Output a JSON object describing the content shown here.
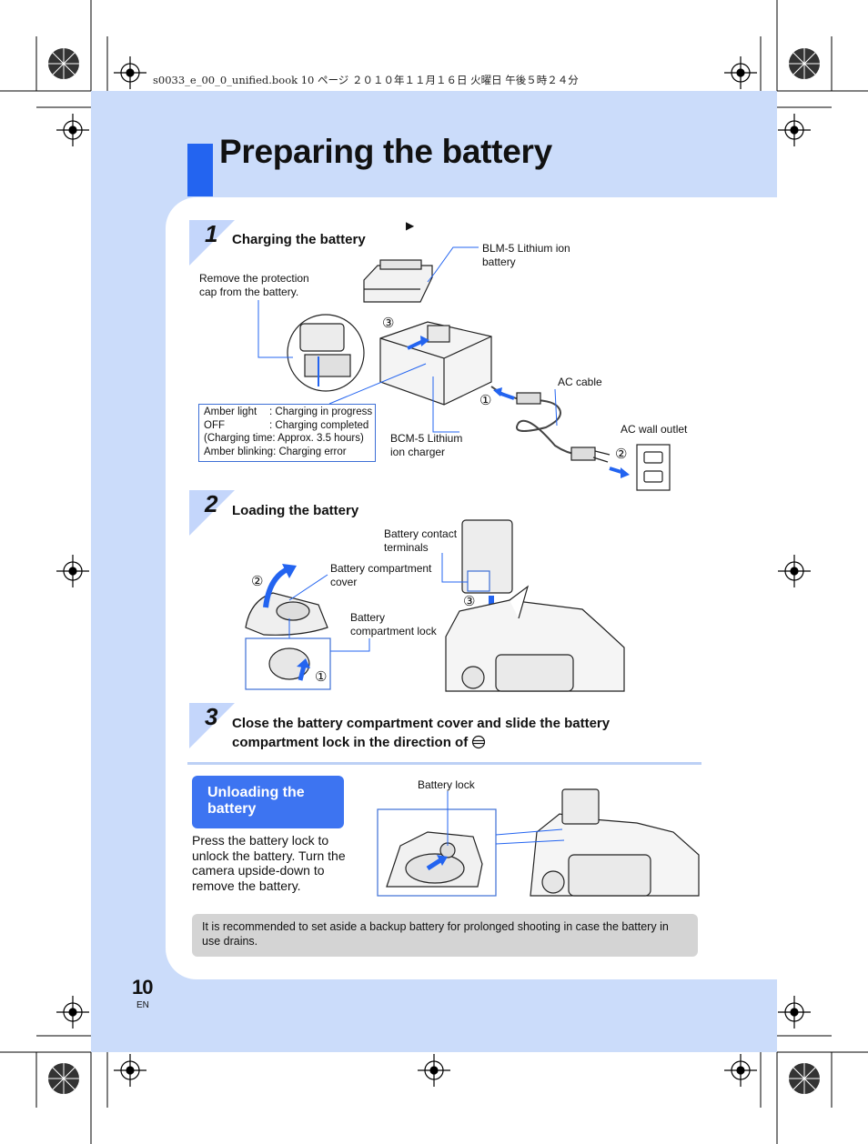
{
  "print_header": "s0033_e_00_0_unified.book  10 ページ  ２０１０年１１月１６日  火曜日  午後５時２４分",
  "page": {
    "title": "Preparing the battery",
    "number": "10",
    "lang": "EN"
  },
  "steps": [
    {
      "num": "1",
      "title": "Charging the battery"
    },
    {
      "num": "2",
      "title": "Loading the battery"
    },
    {
      "num": "3",
      "title": "Close the battery compartment cover and slide the battery compartment lock in the direction of"
    }
  ],
  "labels": {
    "blm5": "BLM-5 Lithium ion battery",
    "remove_cap": "Remove the protection cap from the battery.",
    "ac_cable": "AC cable",
    "ac_outlet": "AC wall outlet",
    "bcm5": "BCM-5 Lithium ion charger",
    "contacts": "Battery contact terminals",
    "cover": "Battery compartment cover",
    "lock": "Battery compartment lock",
    "battery_lock": "Battery lock"
  },
  "callouts": {
    "c1": "①",
    "c2": "②",
    "c3": "③",
    "arrow": "▶"
  },
  "status_table": [
    {
      "key": "Amber light",
      "value": ": Charging in progress"
    },
    {
      "key": "OFF",
      "value": ": Charging completed"
    },
    {
      "key": "",
      "value": "(Charging time: Approx. 3.5 hours)"
    },
    {
      "key": "",
      "value": "Amber blinking: Charging error"
    }
  ],
  "unloading": {
    "heading": "Unloading the battery",
    "text": "Press the battery lock to unlock the battery. Turn the camera upside-down to remove the battery."
  },
  "note": "It is recommended to set aside a backup battery for prolonged shooting in case the battery in use drains.",
  "colors": {
    "accent": "#2364f0",
    "bg_blue": "#cbdcfa",
    "step_tri": "#c4d6fb",
    "note_gray": "#d4d4d4"
  }
}
